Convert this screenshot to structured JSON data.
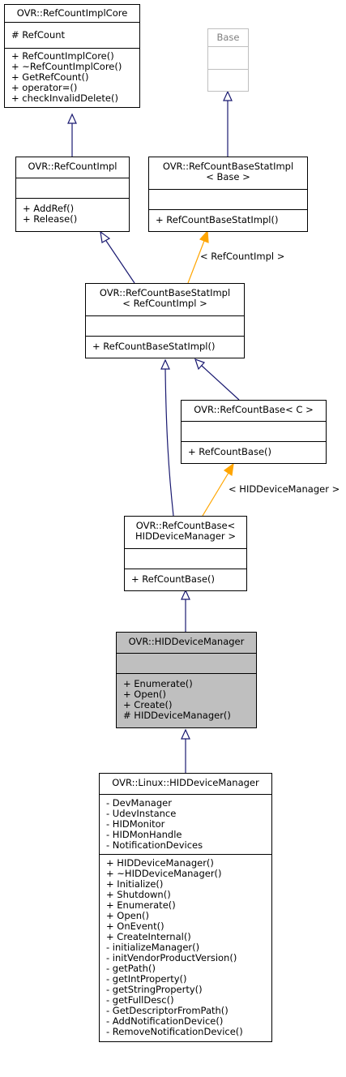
{
  "nodes": {
    "core": {
      "title": [
        "OVR::RefCountImplCore"
      ],
      "attributes": [
        "# RefCount"
      ],
      "methods": [
        "+ RefCountImplCore()",
        "+ ~RefCountImplCore()",
        "+ GetRefCount()",
        "+ operator=()",
        "+ checkInvalidDelete()"
      ]
    },
    "base": {
      "title": [
        "Base"
      ],
      "attributes": [],
      "methods": []
    },
    "impl": {
      "title": [
        "OVR::RefCountImpl"
      ],
      "attributes": [],
      "methods": [
        "+ AddRef()",
        "+ Release()"
      ]
    },
    "statBase": {
      "title": [
        "OVR::RefCountBaseStatImpl",
        "< Base >"
      ],
      "attributes": [],
      "methods": [
        "+ RefCountBaseStatImpl()"
      ]
    },
    "statImpl": {
      "title": [
        "OVR::RefCountBaseStatImpl",
        "< RefCountImpl >"
      ],
      "attributes": [],
      "methods": [
        "+ RefCountBaseStatImpl()"
      ]
    },
    "refC": {
      "title": [
        "OVR::RefCountBase< C >"
      ],
      "attributes": [],
      "methods": [
        "+ RefCountBase()"
      ]
    },
    "refHID": {
      "title": [
        "OVR::RefCountBase<",
        "HIDDeviceManager >"
      ],
      "attributes": [],
      "methods": [
        "+ RefCountBase()"
      ]
    },
    "hid": {
      "title": [
        "OVR::HIDDeviceManager"
      ],
      "attributes": [],
      "methods": [
        "+ Enumerate()",
        "+ Open()",
        "+ Create()",
        "# HIDDeviceManager()"
      ]
    },
    "linux": {
      "title": [
        "OVR::Linux::HIDDeviceManager"
      ],
      "attributes": [
        "- DevManager",
        "- UdevInstance",
        "- HIDMonitor",
        "- HIDMonHandle",
        "- NotificationDevices"
      ],
      "methods": [
        "+ HIDDeviceManager()",
        "+ ~HIDDeviceManager()",
        "+ Initialize()",
        "+ Shutdown()",
        "+ Enumerate()",
        "+ Open()",
        "+ OnEvent()",
        "+ CreateInternal()",
        "- initializeManager()",
        "- initVendorProductVersion()",
        "- getPath()",
        "- getIntProperty()",
        "- getStringProperty()",
        "- getFullDesc()",
        "- GetDescriptorFromPath()",
        "- AddNotificationDevice()",
        "- RemoveNotificationDevice()"
      ]
    }
  },
  "edge_labels": {
    "statImpl_template": "< RefCountImpl >",
    "hid_template": "< HIDDeviceManager >"
  },
  "colors": {
    "inheritance": "#191970",
    "template": "#ffa500",
    "highlight_fill": "#bfbfbf",
    "ghost_border": "#bfbfbf"
  }
}
